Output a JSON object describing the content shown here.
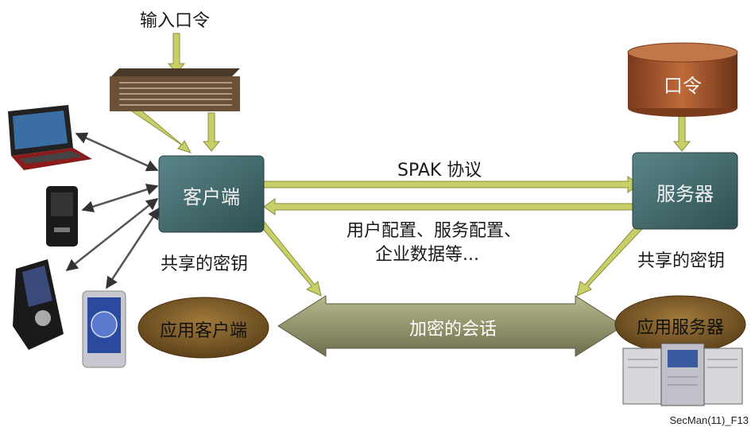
{
  "labels": {
    "input_password": "输入口令",
    "password_db": "口令",
    "client": "客户端",
    "server": "服务器",
    "protocol": "SPAK 协议",
    "config_line1": "用户配置、服务配置、",
    "config_line2": "企业数据等...",
    "shared_key_left": "共享的密钥",
    "shared_key_right": "共享的密钥",
    "app_client": "应用客户端",
    "encrypted_session": "加密的会话",
    "app_server": "应用服务器",
    "figure_id": "SecMan(11)_F13"
  },
  "colors": {
    "box_fill": "#3e6466",
    "box_top": "#2b3a55",
    "arrow_fill": "#c8cf68",
    "arrow_stroke": "#8a8f3a",
    "ellipse_fill": "#7a5a2a",
    "cylinder_fill": "#a0502a",
    "keypad_fill": "#6b5138",
    "session_arrow": "#9a9a70"
  }
}
